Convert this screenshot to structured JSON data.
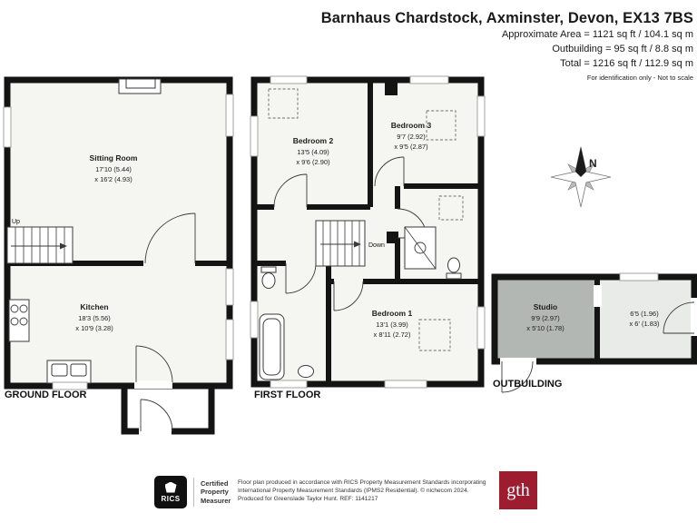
{
  "header": {
    "title": "Barnhaus Chardstock, Axminster, Devon, EX13 7BS",
    "area_lines": [
      "Approximate Area = 1121 sq ft / 104.1 sq m",
      "Outbuilding = 95 sq ft / 8.8 sq m",
      "Total = 1216 sq ft / 112.9 sq m"
    ],
    "note": "For identification only - Not to scale"
  },
  "floors": {
    "ground": {
      "label": "GROUND FLOOR",
      "stairs_label": "Up",
      "rooms": {
        "sitting_room": {
          "name": "Sitting Room",
          "dim1": "17'10 (5.44)",
          "dim2": "x 16'2 (4.93)"
        },
        "kitchen": {
          "name": "Kitchen",
          "dim1": "18'3 (5.56)",
          "dim2": "x 10'9 (3.28)"
        }
      }
    },
    "first": {
      "label": "FIRST FLOOR",
      "stairs_label": "Down",
      "rooms": {
        "bedroom2": {
          "name": "Bedroom 2",
          "dim1": "13'5 (4.09)",
          "dim2": "x 9'6 (2.90)"
        },
        "bedroom3": {
          "name": "Bedroom 3",
          "dim1": "9'7 (2.92)",
          "dim2": "x 9'5 (2.87)"
        },
        "bedroom1": {
          "name": "Bedroom 1",
          "dim1": "13'1 (3.99)",
          "dim2": "x 8'11 (2.72)"
        }
      }
    },
    "outbuilding": {
      "label": "OUTBUILDING",
      "rooms": {
        "studio": {
          "name": "Studio",
          "dim1": "9'9 (2.97)",
          "dim2": "x 5'10 (1.78)"
        },
        "store": {
          "dim1": "6'5 (1.96)",
          "dim2": "x 6' (1.83)"
        }
      }
    }
  },
  "compass": {
    "label": "N"
  },
  "footer": {
    "rics_brand": "RICS",
    "rics_lines": [
      "Certified",
      "Property",
      "Measurer"
    ],
    "disclaimer_lines": [
      "Floor plan produced in accordance with RICS Property Measurement Standards incorporating",
      "International Property Measurement Standards (IPMS2 Residential).  © nichecom 2024.",
      "Produced for Greenslade Taylor Hunt.  REF: 1141217"
    ],
    "gth": "gth"
  },
  "colors": {
    "wall": "#141414",
    "room_fill": "#f5f5f1",
    "studio_fill": "#b3b7b3",
    "store_fill": "#e9ebe8",
    "gth_maroon": "#9d1c30"
  }
}
